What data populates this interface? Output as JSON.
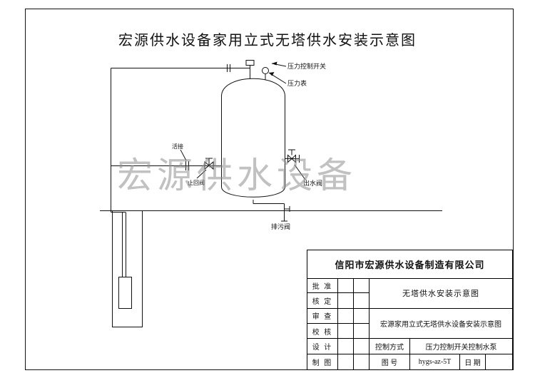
{
  "title": "宏源供水设备家用立式无塔供水安装示意图",
  "watermark": "宏源供水设备",
  "diagram_labels": {
    "pressure_switch": "压力控制开关",
    "pressure_gauge": "压力表",
    "union_fitting": "活接",
    "check_valve": "止回阀",
    "outlet_valve": "出水阀",
    "drain_valve": "排污阀"
  },
  "title_block": {
    "company": "信阳市宏源供水设备制造有限公司",
    "row_labels": [
      "批 准",
      "核 定",
      "审 查",
      "校 核",
      "设 计",
      "制 图"
    ],
    "doc_name": "无塔供水安装示意图",
    "doc_fullname": "宏源家用立式无塔供水设备安装示意图",
    "control_mode_label": "控制方式",
    "control_mode_value": "压力控制开关控制水泵",
    "drawing_no_label": "图 号",
    "drawing_no_value": "hygs-az-5T",
    "date_label": "日 期"
  }
}
